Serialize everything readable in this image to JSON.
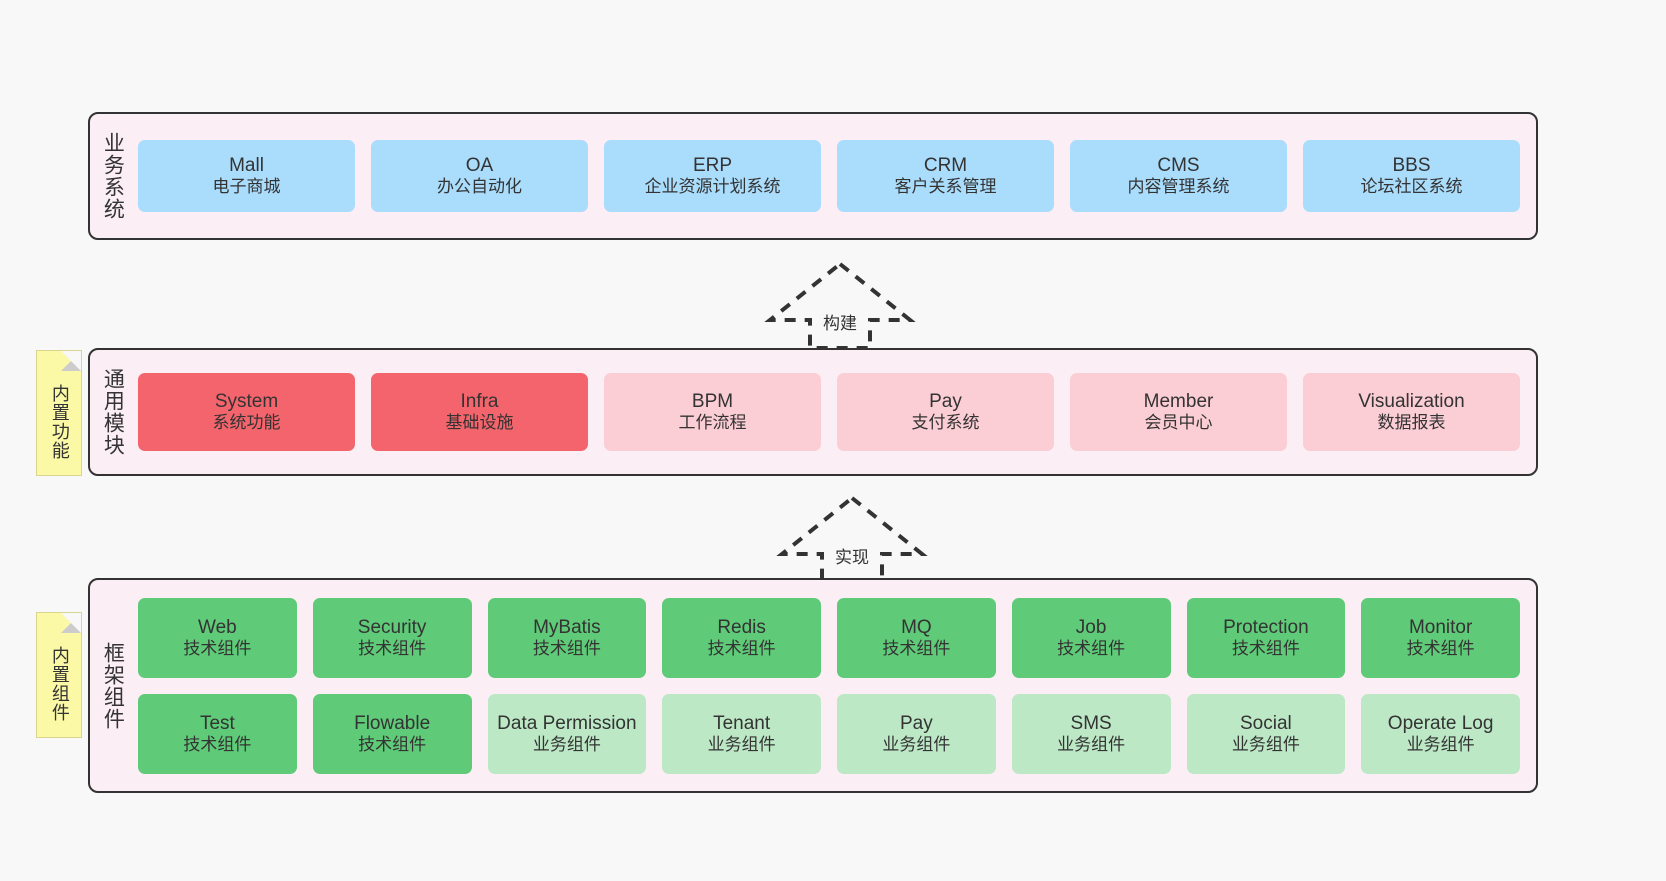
{
  "colors": {
    "canvas_bg": "#f8f8f8",
    "band_bg": "#fbeef5",
    "band_border": "#333333",
    "blue": "#aadcfc",
    "red_strong": "#f4646c",
    "red_light": "#fbcdd4",
    "green_strong": "#5fca78",
    "green_light": "#bde8c6",
    "note_yellow": "#fbf8a6",
    "note_fold": "#cccccc"
  },
  "bands": {
    "business": {
      "title": "业务系统",
      "items": [
        {
          "en": "Mall",
          "cn": "电子商城",
          "color": "blue"
        },
        {
          "en": "OA",
          "cn": "办公自动化",
          "color": "blue"
        },
        {
          "en": "ERP",
          "cn": "企业资源计划系统",
          "color": "blue"
        },
        {
          "en": "CRM",
          "cn": "客户关系管理",
          "color": "blue"
        },
        {
          "en": "CMS",
          "cn": "内容管理系统",
          "color": "blue"
        },
        {
          "en": "BBS",
          "cn": "论坛社区系统",
          "color": "blue"
        }
      ]
    },
    "modules": {
      "title": "通用模块",
      "note": "内置功能",
      "items": [
        {
          "en": "System",
          "cn": "系统功能",
          "color": "red_strong"
        },
        {
          "en": "Infra",
          "cn": "基础设施",
          "color": "red_strong"
        },
        {
          "en": "BPM",
          "cn": "工作流程",
          "color": "red_light"
        },
        {
          "en": "Pay",
          "cn": "支付系统",
          "color": "red_light"
        },
        {
          "en": "Member",
          "cn": "会员中心",
          "color": "red_light"
        },
        {
          "en": "Visualization",
          "cn": "数据报表",
          "color": "red_light"
        }
      ]
    },
    "framework": {
      "title": "框架组件",
      "note": "内置组件",
      "rows": [
        [
          {
            "en": "Web",
            "cn": "技术组件",
            "color": "green_strong"
          },
          {
            "en": "Security",
            "cn": "技术组件",
            "color": "green_strong"
          },
          {
            "en": "MyBatis",
            "cn": "技术组件",
            "color": "green_strong"
          },
          {
            "en": "Redis",
            "cn": "技术组件",
            "color": "green_strong"
          },
          {
            "en": "MQ",
            "cn": "技术组件",
            "color": "green_strong"
          },
          {
            "en": "Job",
            "cn": "技术组件",
            "color": "green_strong"
          },
          {
            "en": "Protection",
            "cn": "技术组件",
            "color": "green_strong"
          },
          {
            "en": "Monitor",
            "cn": "技术组件",
            "color": "green_strong"
          }
        ],
        [
          {
            "en": "Test",
            "cn": "技术组件",
            "color": "green_strong"
          },
          {
            "en": "Flowable",
            "cn": "技术组件",
            "color": "green_strong"
          },
          {
            "en": "Data Permission",
            "cn": "业务组件",
            "color": "green_light"
          },
          {
            "en": "Tenant",
            "cn": "业务组件",
            "color": "green_light"
          },
          {
            "en": "Pay",
            "cn": "业务组件",
            "color": "green_light"
          },
          {
            "en": "SMS",
            "cn": "业务组件",
            "color": "green_light"
          },
          {
            "en": "Social",
            "cn": "业务组件",
            "color": "green_light"
          },
          {
            "en": "Operate Log",
            "cn": "业务组件",
            "color": "green_light"
          }
        ]
      ]
    }
  },
  "connectors": [
    {
      "label": "构建"
    },
    {
      "label": "实现"
    }
  ]
}
